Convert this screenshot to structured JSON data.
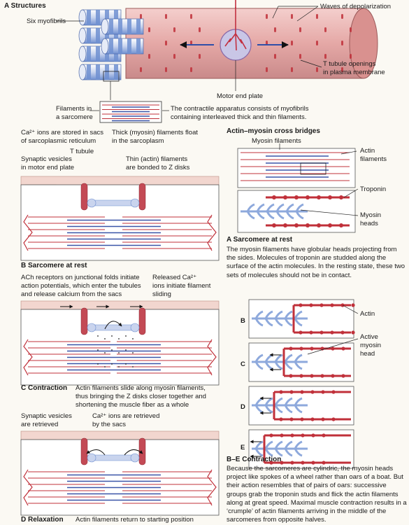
{
  "structures": {
    "heading": "A  Structures",
    "six_myofibrils": "Six myofibrils",
    "waves": "Waves of depolarization",
    "t_tubule_openings_1": "T tubule openings",
    "t_tubule_openings_2": "in plasma membrane",
    "motor_end_plate": "Motor end plate",
    "filaments_1": "Filaments in",
    "filaments_2": "a sarcomere",
    "apparatus_1": "The contractile apparatus consists of myofibrils",
    "apparatus_2": "containing interleaved thick and thin filaments."
  },
  "rest": {
    "ca_stored_1": "Ca²⁺ ions are stored in sacs",
    "ca_stored_2": "of sarcoplasmic reticulum",
    "thick_1": "Thick (myosin) filaments float",
    "thick_2": "in the sarcoplasm",
    "t_tubule": "T tubule",
    "synaptic_1": "Synaptic vesicles",
    "synaptic_2": "in motor end plate",
    "thin_1": "Thin (actin) filaments",
    "thin_2": "are bonded to Z disks",
    "caption": "B  Sarcomere at rest"
  },
  "contraction": {
    "ach_1": "ACh receptors on junctional folds initiate",
    "ach_2": "action potentials, which enter the tubules",
    "ach_3": "and release calcium from the sacs",
    "released_1": "Released Ca²⁺",
    "released_2": "ions initiate filament",
    "released_3": "sliding",
    "caption_label": "C  Contraction",
    "caption_1": "Actin filaments slide along myosin filaments,",
    "caption_2": "thus bringing the Z disks closer together and",
    "caption_3": "shortening the muscle fiber as a whole"
  },
  "relaxation": {
    "retrieved_1": "Synaptic vesicles",
    "retrieved_2": "are retrieved",
    "ca_retrieved_1": "Ca²⁺ ions are retrieved",
    "ca_retrieved_2": "by the sacs",
    "caption_label": "D  Relaxation",
    "caption_text": "Actin filaments return to starting position"
  },
  "crossbridges": {
    "heading": "Actin–myosin cross bridges",
    "myosin_filaments": "Myosin filaments",
    "actin_filaments_1": "Actin",
    "actin_filaments_2": "filaments",
    "troponin": "Troponin",
    "myosin_heads_1": "Myosin",
    "myosin_heads_2": "heads",
    "at_rest_title": "A  Sarcomere at rest",
    "at_rest_text": "The myosin filaments have globular heads projecting from the sides. Molecules of troponin are studded along the surface of the actin molecules. In the resting state, these two sets of molecules should not be in contact.",
    "actin": "Actin",
    "active_1": "Active",
    "active_2": "myosin",
    "active_3": "head",
    "label_b": "B",
    "label_c": "C",
    "label_d": "D",
    "label_e": "E",
    "contraction_title": "B–E  Contraction",
    "contraction_text": "Because the sarcomeres are cylindric, the myosin heads project like spokes of a wheel rather than oars of a boat. But their action resembles that of pairs of oars: successive groups grab the troponin studs and flick the actin filaments along at great speed. Maximal muscle contraction results in a ‘crumple’ of actin filaments arriving in the middle of the sarcomeres from opposite halves."
  },
  "colors": {
    "fiber": "#e9b3b1",
    "myofibril_blue": "#6f8fd0",
    "actin_red": "#c0303a",
    "myosin_blue": "#3a55a8",
    "tubule_red": "#c34a55",
    "vesicle_blue": "#8da7d8"
  }
}
